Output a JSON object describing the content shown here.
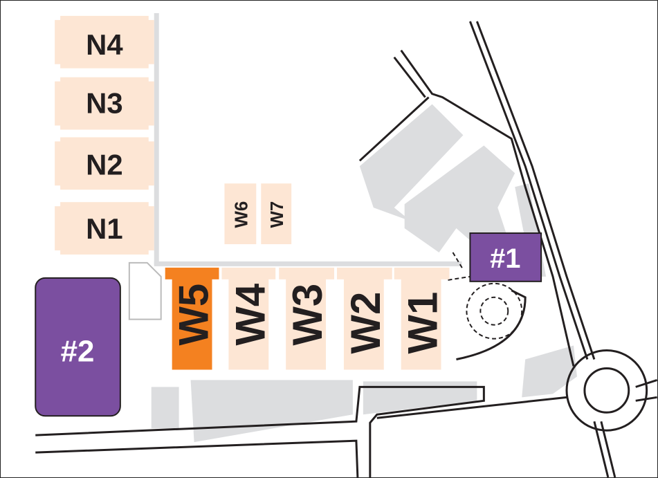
{
  "colors": {
    "building": "#fde6d4",
    "highlight": "#f48120",
    "marker": "#7b4fa0",
    "gray": "#dcdddf",
    "road": "#231f20"
  },
  "buildings_north": [
    {
      "id": "n4",
      "label": "N4"
    },
    {
      "id": "n3",
      "label": "N3"
    },
    {
      "id": "n2",
      "label": "N2"
    },
    {
      "id": "n1",
      "label": "N1"
    }
  ],
  "buildings_small": [
    {
      "id": "w6",
      "label": "W6"
    },
    {
      "id": "w7",
      "label": "W7"
    }
  ],
  "buildings_west": [
    {
      "id": "w5",
      "label": "W5",
      "highlighted": true
    },
    {
      "id": "w4",
      "label": "W4",
      "highlighted": false
    },
    {
      "id": "w3",
      "label": "W3",
      "highlighted": false
    },
    {
      "id": "w2",
      "label": "W2",
      "highlighted": false
    },
    {
      "id": "w1",
      "label": "W1",
      "highlighted": false
    }
  ],
  "markers": [
    {
      "id": "marker-1",
      "label": "#1"
    },
    {
      "id": "marker-2",
      "label": "#2"
    }
  ]
}
